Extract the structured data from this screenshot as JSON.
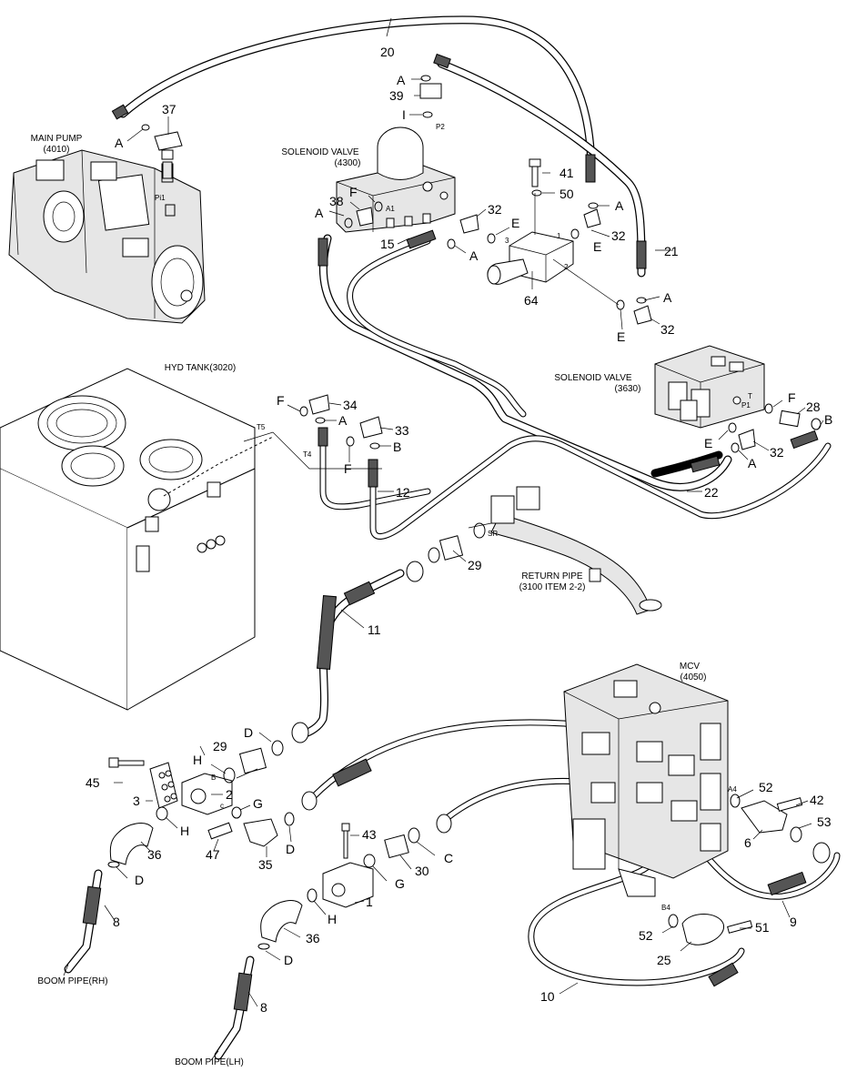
{
  "component_labels": {
    "main_pump": [
      "MAIN PUMP",
      "(4010)"
    ],
    "solenoid_valve_4300": [
      "SOLENOID VALVE",
      "(4300)"
    ],
    "solenoid_valve_3630": [
      "SOLENOID VALVE",
      "(3630)"
    ],
    "hyd_tank": [
      "HYD TANK(3020)"
    ],
    "return_pipe": [
      "RETURN PIPE",
      "(3100 ITEM 2-2)"
    ],
    "mcv": [
      "MCV",
      "(4050)"
    ],
    "boom_pipe_rh": [
      "BOOM PIPE(RH)"
    ],
    "boom_pipe_lh": [
      "BOOM PIPE(LH)"
    ]
  },
  "port_labels": {
    "p2": "P2",
    "pi1": "Pi1",
    "a1": "A1",
    "p1": "P1",
    "t": "T",
    "t5": "T5",
    "t4": "T4",
    "sr": "SR",
    "a4": "A4",
    "b4": "B4",
    "b": "B",
    "c": "c",
    "p3": "3",
    "p1b": "1",
    "p2b": "2"
  },
  "part_callouts": [
    {
      "id": "c20",
      "text": "20"
    },
    {
      "id": "cA1",
      "text": "A"
    },
    {
      "id": "c39",
      "text": "39"
    },
    {
      "id": "cI",
      "text": "I"
    },
    {
      "id": "c37",
      "text": "37"
    },
    {
      "id": "cA2",
      "text": "A"
    },
    {
      "id": "c41",
      "text": "41"
    },
    {
      "id": "c50",
      "text": "50"
    },
    {
      "id": "cA3",
      "text": "A"
    },
    {
      "id": "c38",
      "text": "38"
    },
    {
      "id": "cF1",
      "text": "F"
    },
    {
      "id": "cA4",
      "text": "A"
    },
    {
      "id": "c32a",
      "text": "32"
    },
    {
      "id": "cE1",
      "text": "E"
    },
    {
      "id": "c32b",
      "text": "32"
    },
    {
      "id": "c15",
      "text": "15"
    },
    {
      "id": "cA5",
      "text": "A"
    },
    {
      "id": "cE2",
      "text": "E"
    },
    {
      "id": "c21",
      "text": "21"
    },
    {
      "id": "cA6",
      "text": "A"
    },
    {
      "id": "c64",
      "text": "64"
    },
    {
      "id": "c32c",
      "text": "32"
    },
    {
      "id": "cE3",
      "text": "E"
    },
    {
      "id": "cF2",
      "text": "F"
    },
    {
      "id": "c34",
      "text": "34"
    },
    {
      "id": "cA7",
      "text": "A"
    },
    {
      "id": "c33",
      "text": "33"
    },
    {
      "id": "cB1",
      "text": "B"
    },
    {
      "id": "cF3",
      "text": "F"
    },
    {
      "id": "c12",
      "text": "12"
    },
    {
      "id": "cF4",
      "text": "F"
    },
    {
      "id": "c28",
      "text": "28"
    },
    {
      "id": "cB2",
      "text": "B"
    },
    {
      "id": "cE4",
      "text": "E"
    },
    {
      "id": "c32d",
      "text": "32"
    },
    {
      "id": "cA8",
      "text": "A"
    },
    {
      "id": "c22",
      "text": "22"
    },
    {
      "id": "c29a",
      "text": "29"
    },
    {
      "id": "c11",
      "text": "11"
    },
    {
      "id": "cD1",
      "text": "D"
    },
    {
      "id": "c29b",
      "text": "29"
    },
    {
      "id": "cH1",
      "text": "H"
    },
    {
      "id": "c45",
      "text": "45"
    },
    {
      "id": "c2",
      "text": "2"
    },
    {
      "id": "c3",
      "text": "3"
    },
    {
      "id": "cG1",
      "text": "G"
    },
    {
      "id": "cH2",
      "text": "H"
    },
    {
      "id": "c36a",
      "text": "36"
    },
    {
      "id": "c47",
      "text": "47"
    },
    {
      "id": "c35",
      "text": "35"
    },
    {
      "id": "cD2",
      "text": "D"
    },
    {
      "id": "cD3",
      "text": "D"
    },
    {
      "id": "c8a",
      "text": "8"
    },
    {
      "id": "c43",
      "text": "43"
    },
    {
      "id": "cC",
      "text": "C"
    },
    {
      "id": "c30",
      "text": "30"
    },
    {
      "id": "cG2",
      "text": "G"
    },
    {
      "id": "c1",
      "text": "1"
    },
    {
      "id": "cH3",
      "text": "H"
    },
    {
      "id": "c36b",
      "text": "36"
    },
    {
      "id": "cD4",
      "text": "D"
    },
    {
      "id": "c8b",
      "text": "8"
    },
    {
      "id": "c52a",
      "text": "52"
    },
    {
      "id": "c42",
      "text": "42"
    },
    {
      "id": "c6",
      "text": "6"
    },
    {
      "id": "c53",
      "text": "53"
    },
    {
      "id": "c9",
      "text": "9"
    },
    {
      "id": "c51",
      "text": "51"
    },
    {
      "id": "c52b",
      "text": "52"
    },
    {
      "id": "c25",
      "text": "25"
    },
    {
      "id": "c10",
      "text": "10"
    }
  ]
}
